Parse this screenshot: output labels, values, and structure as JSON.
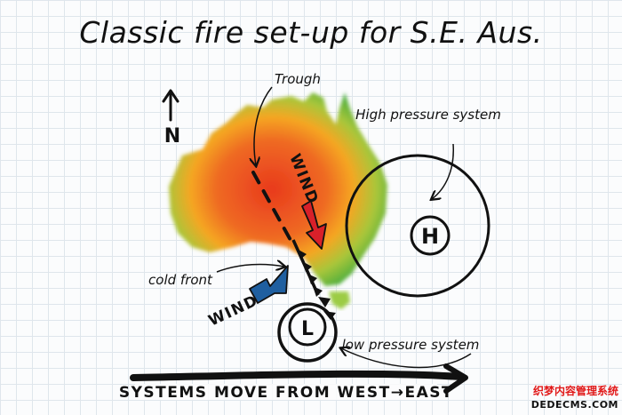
{
  "title": "Classic fire set-up for S.E. Aus.",
  "labels": {
    "north": "N",
    "trough": "Trough",
    "high_pressure": "High pressure system",
    "high_symbol": "H",
    "low_symbol": "L",
    "cold_front": "cold front",
    "wind_hot": "WIND",
    "wind_cold": "WIND",
    "low_pressure": "low pressure system",
    "systems_move": "SYSTEMS MOVE FROM WEST→EAST"
  },
  "colors": {
    "hot": "#e83a1e",
    "warm": "#f5a623",
    "cool": "#3daa3d",
    "hot_wind_arrow": "#d8202a",
    "cold_wind_arrow": "#1f5fa0",
    "ink": "#111111"
  },
  "watermark": {
    "line1": "织梦内容管理系统",
    "line2": "DEDECMS.COM"
  }
}
